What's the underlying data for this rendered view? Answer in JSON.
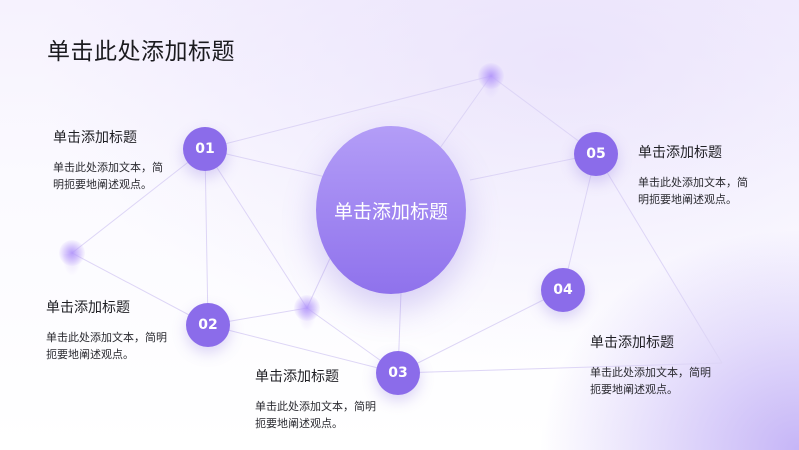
{
  "slide": {
    "title": "单击此处添加标题",
    "hub_label": "单击添加标题",
    "accent_color": "#8b6cea",
    "nodes": [
      {
        "number": "01",
        "heading": "单击添加标题",
        "desc_line1": "单击此处添加文本，简",
        "desc_line2": "明扼要地阐述观点。"
      },
      {
        "number": "02",
        "heading": "单击添加标题",
        "desc_line1": "单击此处添加文本，简明",
        "desc_line2": "扼要地阐述观点。"
      },
      {
        "number": "03",
        "heading": "单击添加标题",
        "desc_line1": "单击此处添加文本，简明",
        "desc_line2": "扼要地阐述观点。"
      },
      {
        "number": "04",
        "heading": "单击添加标题",
        "desc_line1": "单击此处添加文本，简明",
        "desc_line2": "扼要地阐述观点。"
      },
      {
        "number": "05",
        "heading": "单击添加标题",
        "desc_line1": "单击此处添加文本，简",
        "desc_line2": "明扼要地阐述观点。"
      }
    ]
  }
}
